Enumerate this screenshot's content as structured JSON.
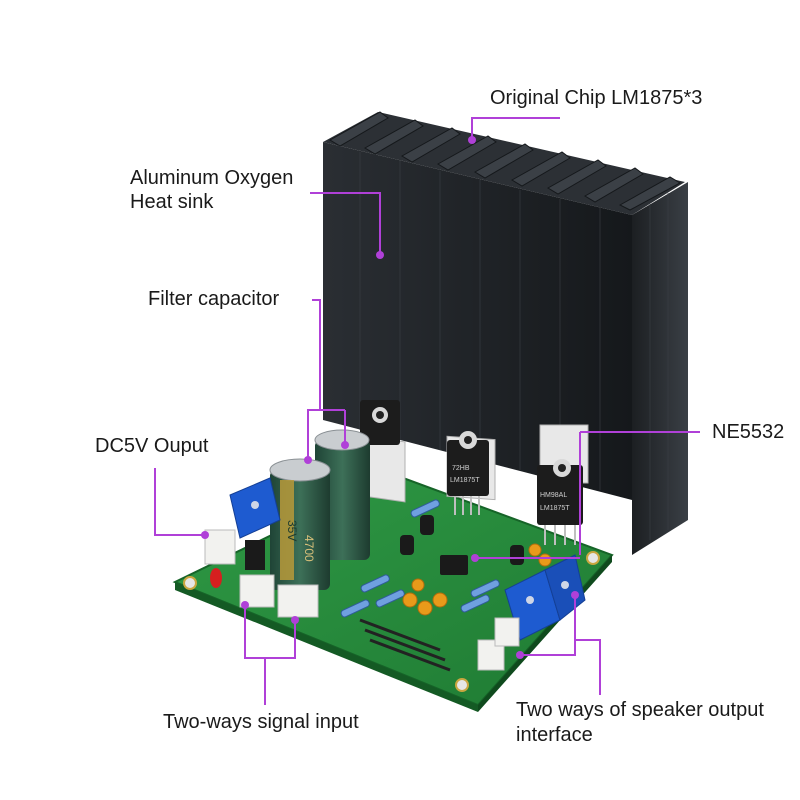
{
  "accent_color": "#b040d8",
  "labels": {
    "chip": "Original Chip LM1875*3",
    "heatsink_line1": "Aluminum Oxygen",
    "heatsink_line2": "Heat sink",
    "filter_cap": "Filter capacitor",
    "dc5v": "DC5V Ouput",
    "ne5532": "NE5532",
    "signal_input": "Two-ways signal input",
    "speaker_line1": "Two ways of speaker output",
    "speaker_line2": "interface"
  },
  "chip_markings": {
    "chip1_line1": "72HB",
    "chip1_line2": "LM1875T",
    "chip2_line1": "HM98AL",
    "chip2_line2": "LM1875T"
  },
  "capacitor_markings": {
    "voltage": "35V",
    "capacity": "4700"
  }
}
